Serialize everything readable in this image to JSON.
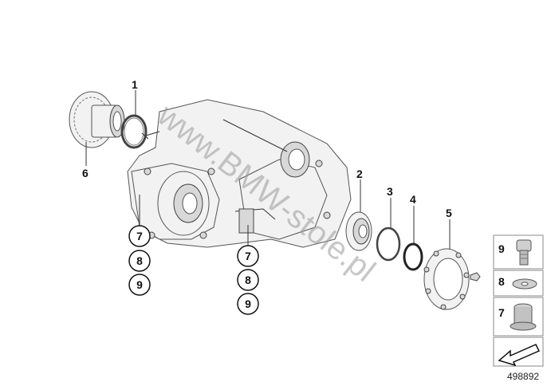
{
  "callouts": {
    "c1": "1",
    "c2": "2",
    "c3": "3",
    "c4": "4",
    "c5": "5",
    "c6": "6",
    "left_stack": [
      "7",
      "8",
      "9"
    ],
    "center_stack": [
      "7",
      "8",
      "9"
    ]
  },
  "legend": {
    "items": [
      {
        "number": "9",
        "icon": "bolt-icon"
      },
      {
        "number": "8",
        "icon": "washer-icon"
      },
      {
        "number": "7",
        "icon": "sleeve-icon"
      }
    ],
    "nav_icon": "arrow-icon"
  },
  "watermark": "www.BMW-stole.pl",
  "diagram_id": "498892"
}
